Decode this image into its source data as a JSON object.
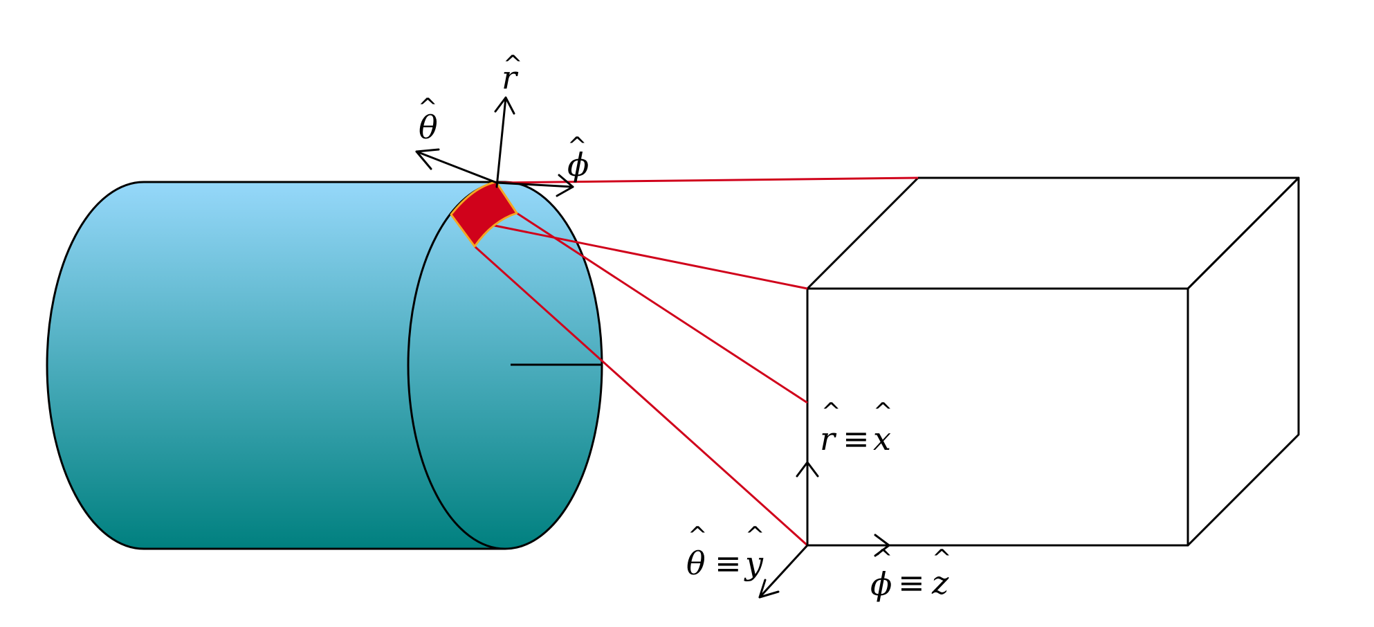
{
  "colors": {
    "gradient_top": "#96d8fa",
    "gradient_bottom": "#00807f",
    "outline": "#000000",
    "mapping_lines": "#d0021b",
    "patch_fill": "#d0021b",
    "patch_outline": "#f5a623"
  },
  "cylinder_frame": {
    "r_axis": {
      "letter": "r",
      "hat": "^"
    },
    "theta_axis": {
      "letter": "θ",
      "hat": "^"
    },
    "phi_axis": {
      "letter": "ϕ",
      "hat": "^"
    }
  },
  "box_frame": {
    "r_axis": {
      "letter": "r",
      "equiv": "≡",
      "target": "x",
      "hat": "^"
    },
    "theta_axis": {
      "letter": "θ",
      "equiv": "≡",
      "target": "y",
      "hat": "^"
    },
    "phi_axis": {
      "letter": "ϕ",
      "equiv": "≡",
      "target": "z",
      "hat": "^"
    }
  },
  "icons": {
    "cylinder": "cylinder-shape",
    "box": "cuboid-shape",
    "patch": "curved-surface-element"
  }
}
